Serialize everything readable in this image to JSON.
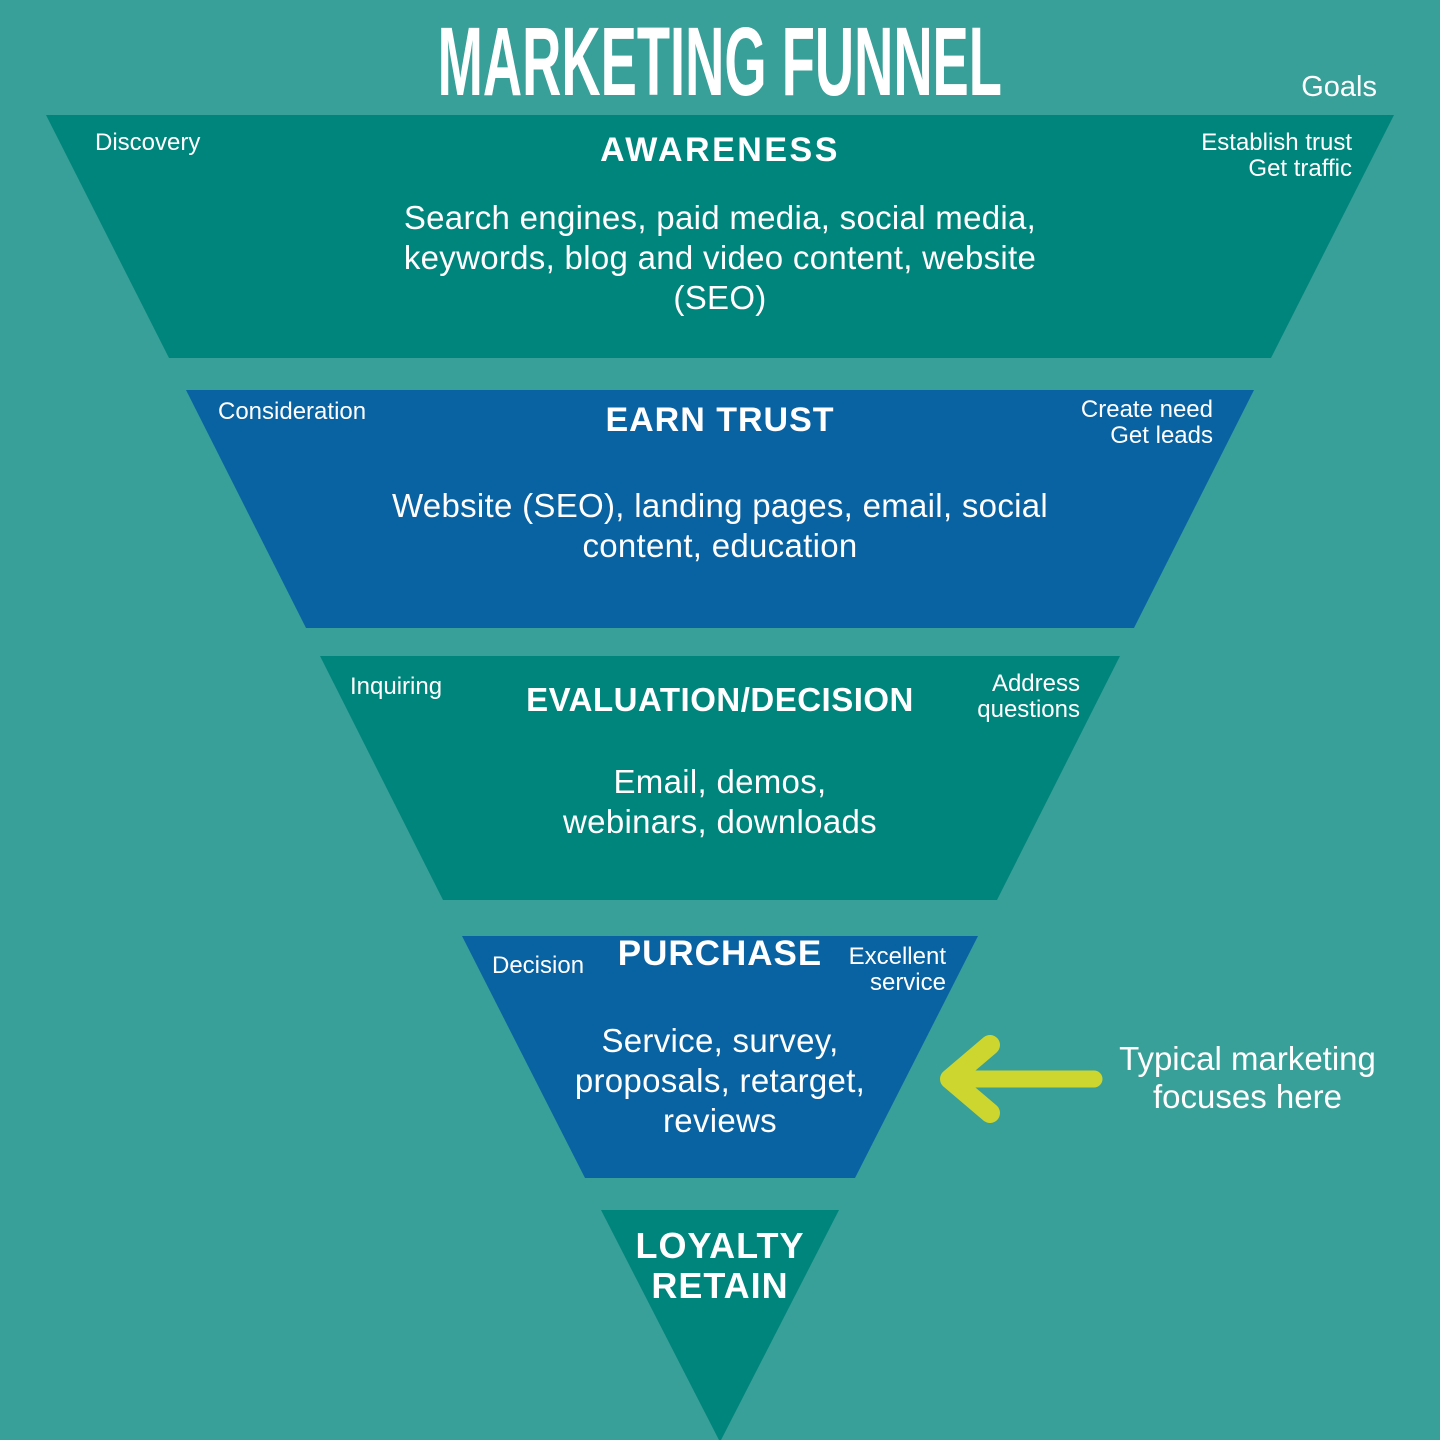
{
  "title": "MARKETING FUNNEL",
  "goals_heading": "Goals",
  "colors": {
    "background": "#38A098",
    "teal": "#00857D",
    "blue": "#0963A3",
    "arrow": "#CDD62E",
    "text": "#FFFFFF"
  },
  "sections": [
    {
      "left_label": "Discovery",
      "heading": "AWARENESS",
      "right_label_lines": [
        "Establish trust",
        "Get traffic"
      ],
      "body_lines": [
        "Search engines, paid media, social media,",
        "keywords, blog and video content, website",
        "(SEO)"
      ]
    },
    {
      "left_label": "Consideration",
      "heading": "EARN TRUST",
      "right_label_lines": [
        "Create need",
        "Get leads"
      ],
      "body_lines": [
        "Website (SEO), landing pages, email, social",
        "content, education"
      ]
    },
    {
      "left_label": "Inquiring",
      "heading": "EVALUATION/DECISION",
      "right_label_lines": [
        "Address",
        "questions"
      ],
      "body_lines": [
        "Email, demos,",
        "webinars, downloads"
      ]
    },
    {
      "left_label": "Decision",
      "heading": "PURCHASE",
      "right_label_lines": [
        "Excellent",
        "service"
      ],
      "body_lines": [
        "Service, survey,",
        "proposals, retarget,",
        "reviews"
      ]
    },
    {
      "heading_lines": [
        "LOYALTY",
        "RETAIN"
      ]
    }
  ],
  "annotation": {
    "lines": [
      "Typical marketing",
      "focuses here"
    ]
  }
}
